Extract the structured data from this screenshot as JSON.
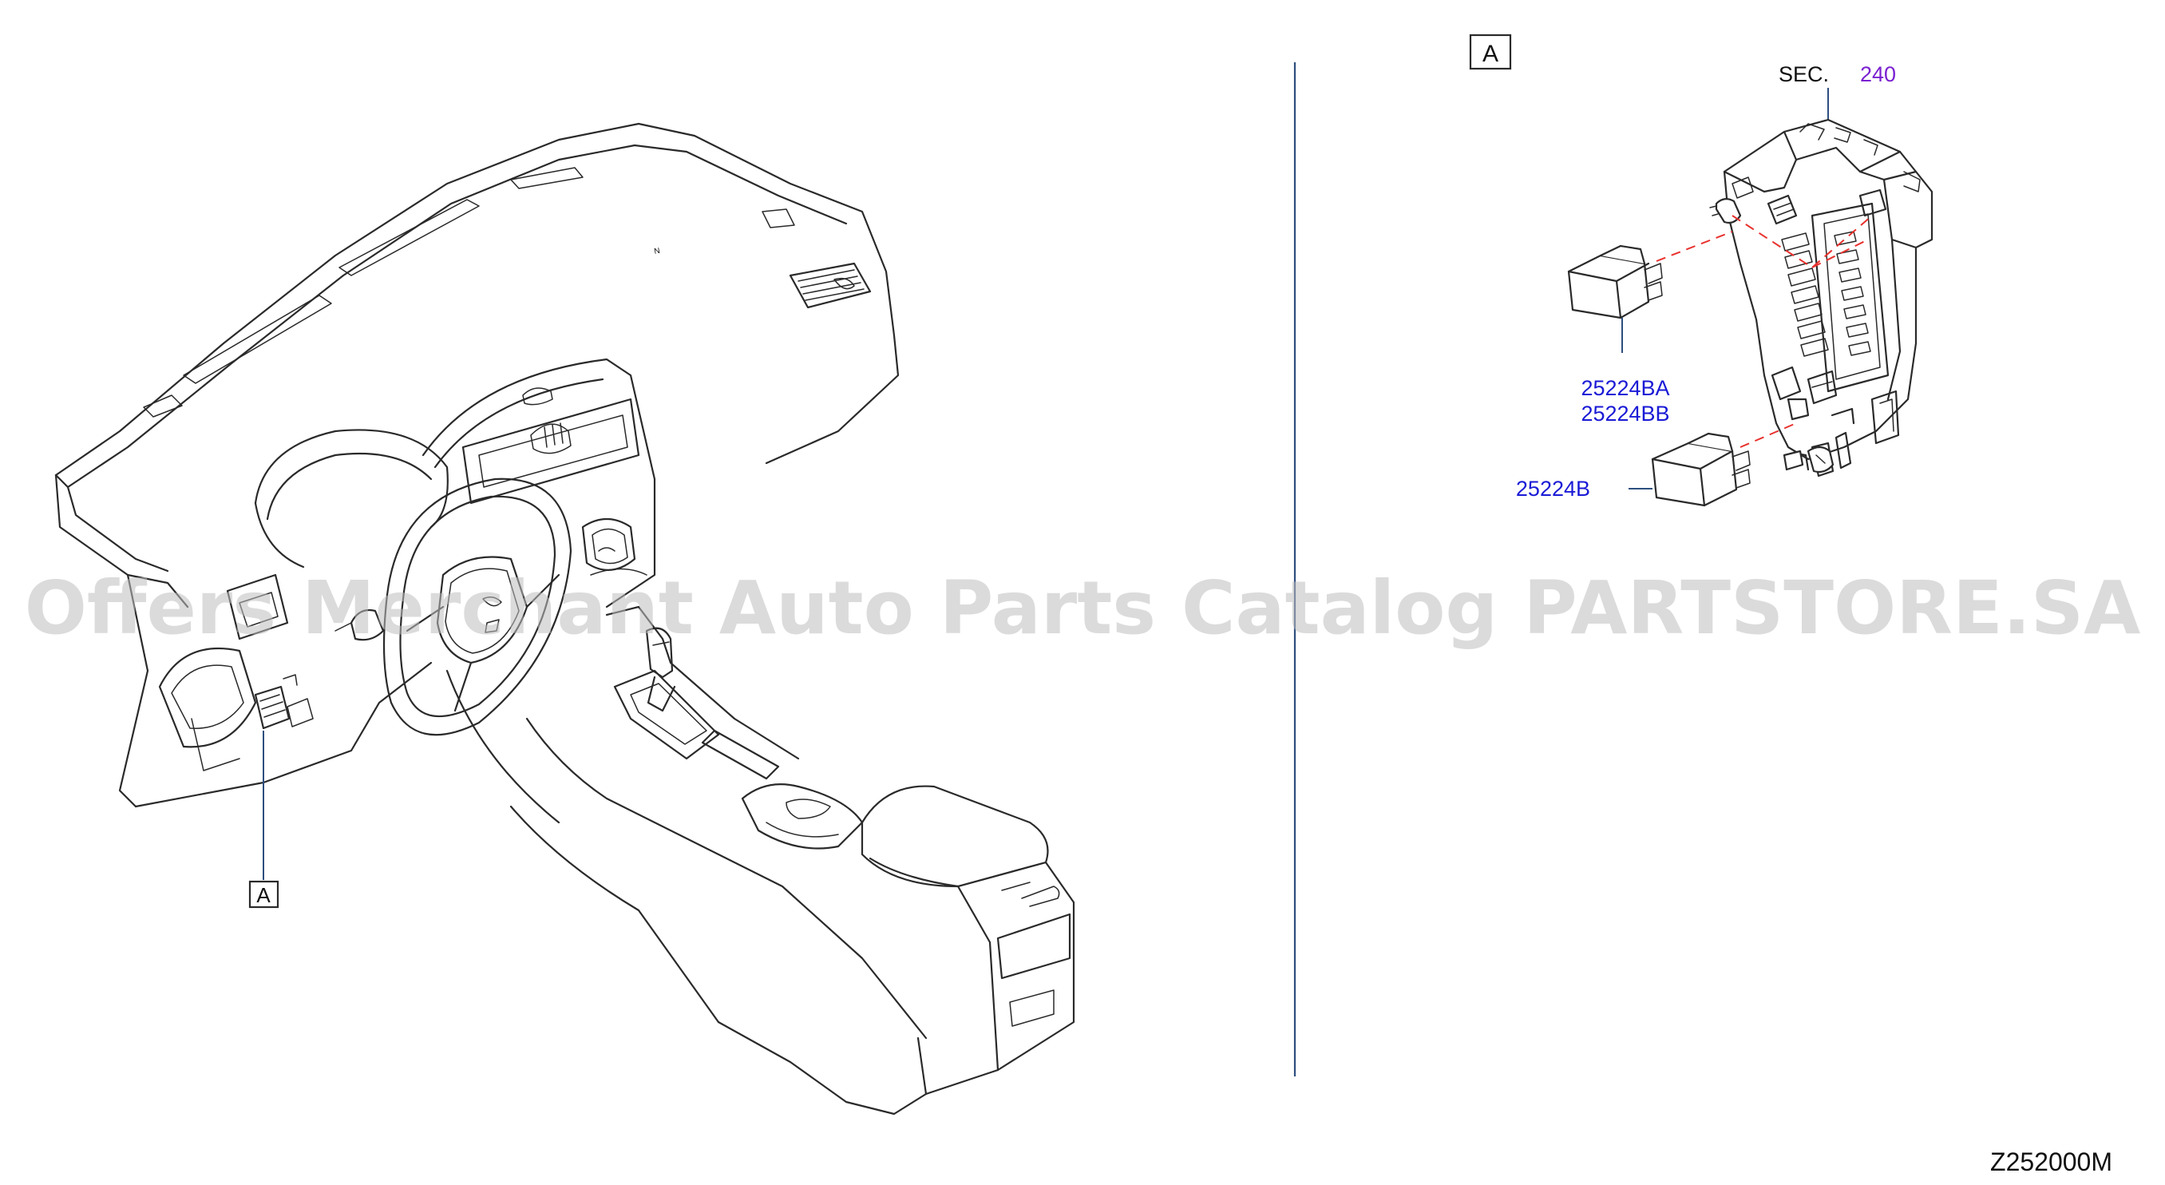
{
  "diagram": {
    "reference_label": "A",
    "section_ref_prefix": "SEC.",
    "section_ref_number": "240",
    "part_numbers": {
      "relay_upper_a": "25224BA",
      "relay_upper_b": "25224BB",
      "relay_lower": "25224B"
    },
    "diagram_code": "Z252000M",
    "watermark": "Offers Merchant Auto Parts Catalog PARTSTORE.SA",
    "colors": {
      "part_number_text": "#1a1ad6",
      "section_number_text": "#7a1fd1",
      "divider_line": "#2d4f7f",
      "dashed_fitment_line": "#e8312d",
      "linework": "#2a2a2a"
    }
  }
}
